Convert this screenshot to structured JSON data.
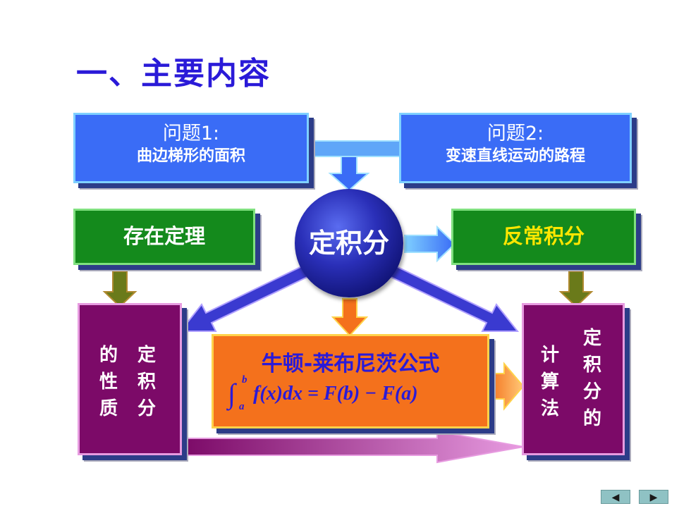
{
  "title": "一、主要内容",
  "problem1": {
    "line1": "问题1:",
    "line2": "曲边梯形的面积"
  },
  "problem2": {
    "line1": "问题2:",
    "line2": "变速直线运动的路程"
  },
  "center": "定积分",
  "existence": "存在定理",
  "improper": "反常积分",
  "properties": {
    "col1": [
      "的",
      "性",
      "质"
    ],
    "col2": [
      "定",
      "积",
      "分"
    ]
  },
  "newton": {
    "title": "牛顿-莱布尼茨公式",
    "formula": "f(x)dx = F(b) − F(a)",
    "upper": "b",
    "lower": "a"
  },
  "computation": {
    "col1": [
      "计",
      "算",
      "法"
    ],
    "col2": [
      "定",
      "积",
      "分",
      "的"
    ]
  },
  "colors": {
    "title": "#2a1ad8",
    "yellow_text": "#ffe600",
    "arrow": "#3a6cf6"
  },
  "nav": {
    "prev": "◀",
    "next": "▶"
  }
}
